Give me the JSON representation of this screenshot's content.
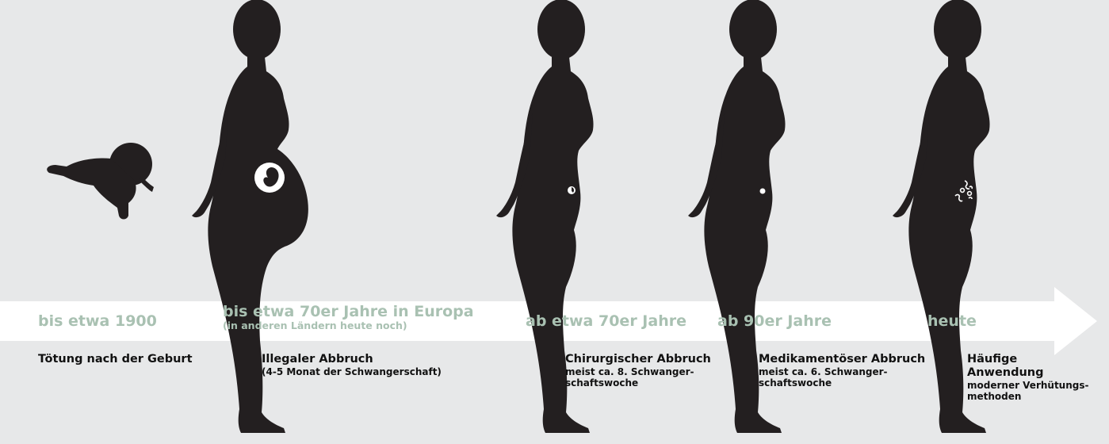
{
  "colors": {
    "background": "#e7e8e9",
    "silhouette": "#231f20",
    "arrow": "#ffffff",
    "era_text": "#a9c1b2",
    "body_text": "#111111"
  },
  "stages": [
    {
      "era": "bis etwa 1900",
      "era_note": "",
      "method": "Tötung nach der Geburt",
      "details": []
    },
    {
      "era": "bis etwa 70er Jahre in Europa",
      "era_note": "(in anderen Ländern heute noch)",
      "method": "Illegaler Abbruch",
      "details": [
        "(4-5 Monat der Schwangerschaft)"
      ]
    },
    {
      "era": "ab etwa 70er Jahre",
      "era_note": "",
      "method": "Chirurgischer Abbruch",
      "details": [
        "meist ca. 8. Schwanger-",
        "schaftswoche"
      ]
    },
    {
      "era": "ab 90er Jahre",
      "era_note": "",
      "method": "Medikamentöser Abbruch",
      "details": [
        "meist ca. 6. Schwanger-",
        "schaftswoche"
      ]
    },
    {
      "era": "heute",
      "era_note": "",
      "method": "Häufige",
      "method_line2": "Anwendung",
      "details": [
        "moderner Verhütungs-",
        "methoden"
      ]
    }
  ]
}
